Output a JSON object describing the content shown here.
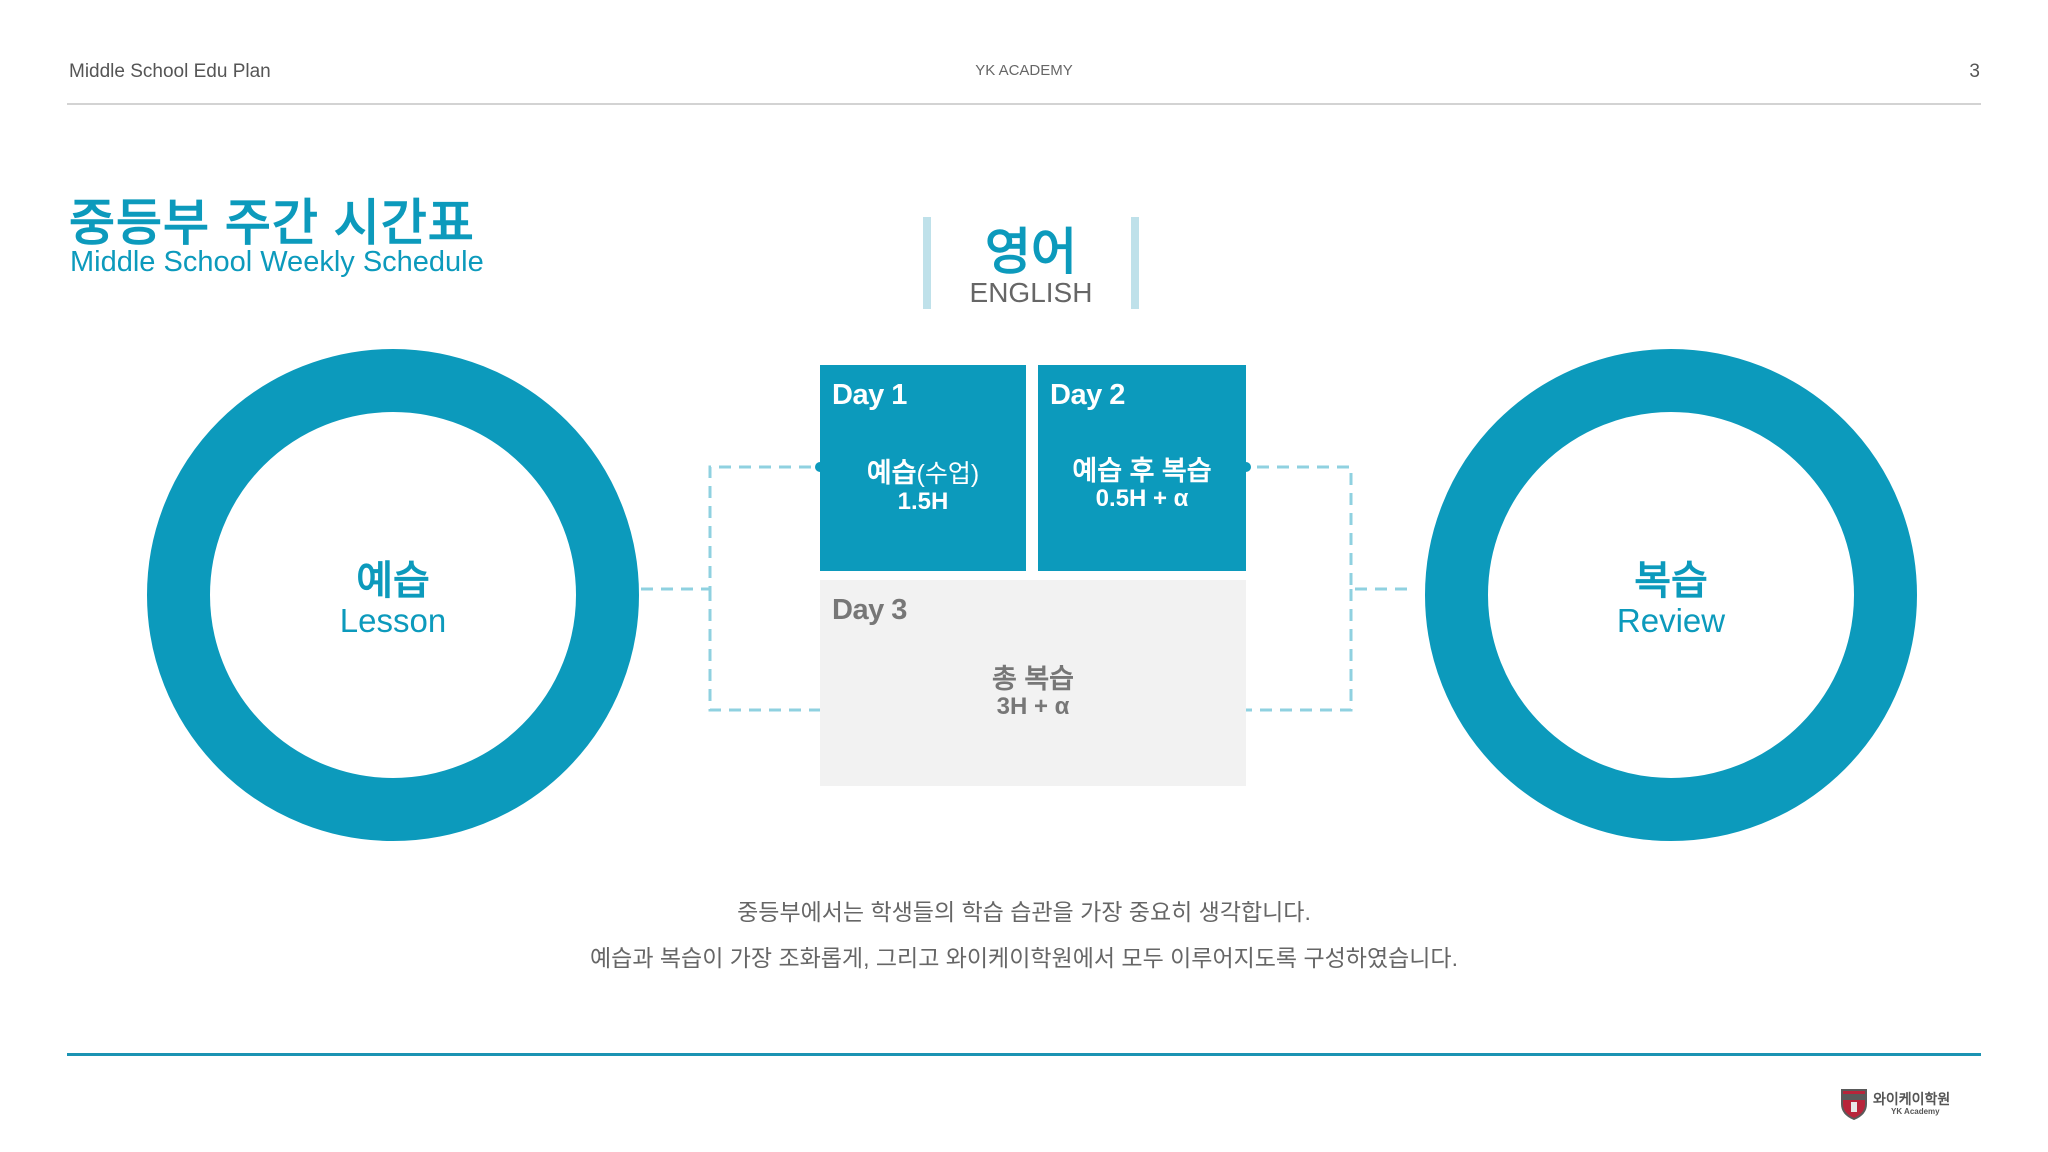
{
  "header": {
    "left": "Middle School Edu Plan",
    "center": "YK ACADEMY",
    "page_number": "3"
  },
  "title": {
    "korean": "중등부 주간 시간표",
    "english": "Middle School Weekly Schedule"
  },
  "subject": {
    "korean": "영어",
    "english": "ENGLISH"
  },
  "left_circle": {
    "korean": "예습",
    "english": "Lesson"
  },
  "right_circle": {
    "korean": "복습",
    "english": "Review"
  },
  "days": [
    {
      "label": "Day 1",
      "main": "예습",
      "main_suffix": "(수업)",
      "sub": "1.5H"
    },
    {
      "label": "Day 2",
      "main": "예습 후 복습",
      "sub": "0.5H + α"
    },
    {
      "label": "Day 3",
      "main": "총 복습",
      "sub": "3H + α"
    }
  ],
  "description": [
    "중등부에서는 학생들의 학습 습관을 가장 중요히 생각합니다.",
    "예습과 복습이 가장 조화롭게, 그리고 와이케이학원에서 모두 이루어지도록 구성하였습니다."
  ],
  "logo": {
    "korean": "와이케이학원",
    "english": "YK Academy"
  },
  "colors": {
    "accent": "#0c9abc",
    "accent_light": "#bfe1ea",
    "connector": "#8fd1e0",
    "grey_box": "#f2f2f2",
    "footer_line": "#1b93b3"
  }
}
